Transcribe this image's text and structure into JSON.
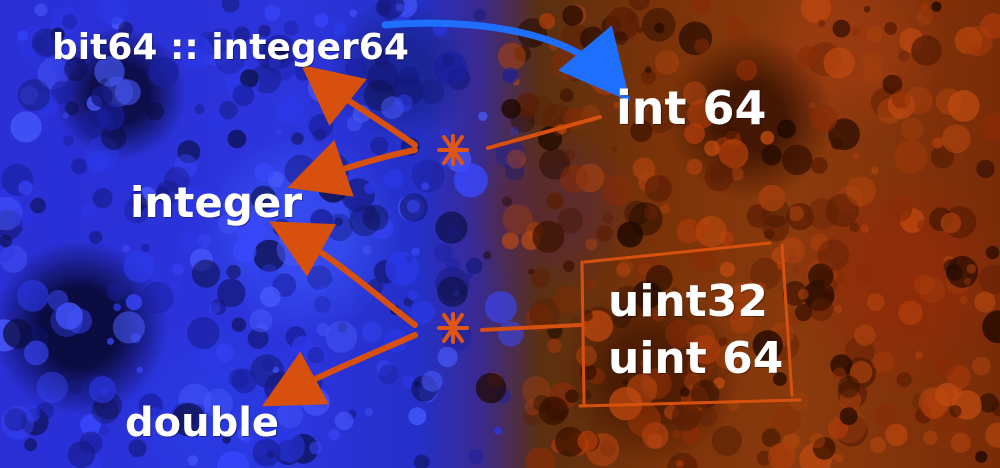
{
  "labels": {
    "bit64": "bit64 :: integer64",
    "integer": "integer",
    "double": "double",
    "int64": "int 64",
    "uint32": "uint32",
    "uint64": "uint 64"
  },
  "colors": {
    "blue_region": "#2a30d8",
    "orange_region": "#7a3208",
    "text": "#ffffff",
    "orange_arrow": "#d8500e",
    "blue_arrow": "#1f6fff"
  },
  "icons": {
    "junction": "asterisk-icon"
  }
}
